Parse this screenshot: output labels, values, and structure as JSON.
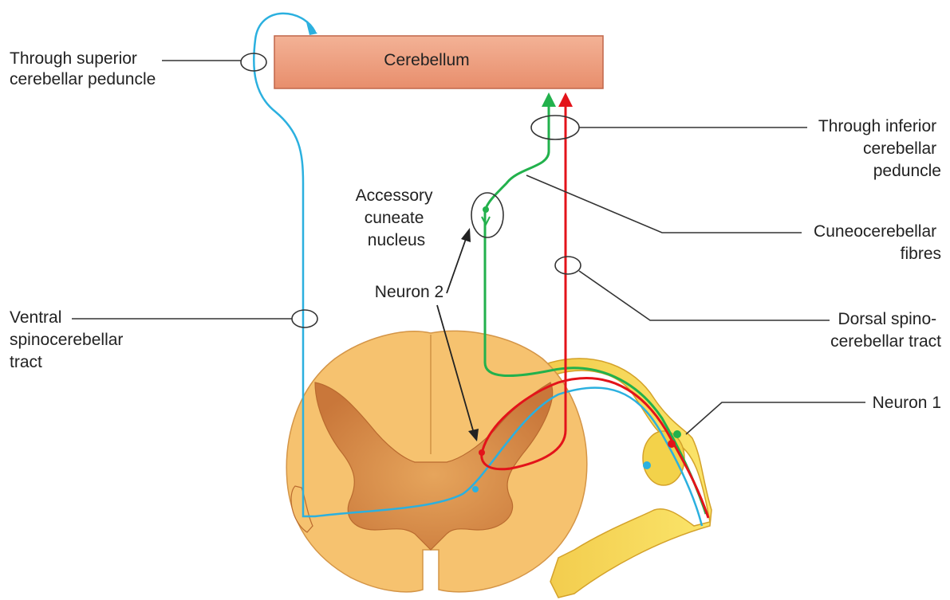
{
  "diagram": {
    "box_label": "Cerebellum",
    "labels": {
      "superior_peduncle": [
        "Through superior",
        "cerebellar peduncle"
      ],
      "inferior_peduncle": [
        "Through inferior",
        "cerebellar",
        "peduncle"
      ],
      "accessory_cuneate": [
        "Accessory",
        "cuneate",
        "nucleus"
      ],
      "cuneocerebellar": [
        "Cuneocerebellar",
        "fibres"
      ],
      "neuron2": "Neuron 2",
      "ventral_tract": [
        "Ventral",
        "spinocerebellar",
        "tract"
      ],
      "dorsal_tract": [
        "Dorsal spino-",
        "cerebellar tract"
      ],
      "neuron1": "Neuron 1"
    },
    "colors": {
      "ventral_tract": "#2bb0df",
      "cuneocerebellar": "#22b14c",
      "dorsal_tract": "#e3131a",
      "box_fill": "#ee9a7b",
      "cord_white": "#f7c673",
      "cord_grey": "#d9914a",
      "root": "#f6de3c"
    }
  }
}
